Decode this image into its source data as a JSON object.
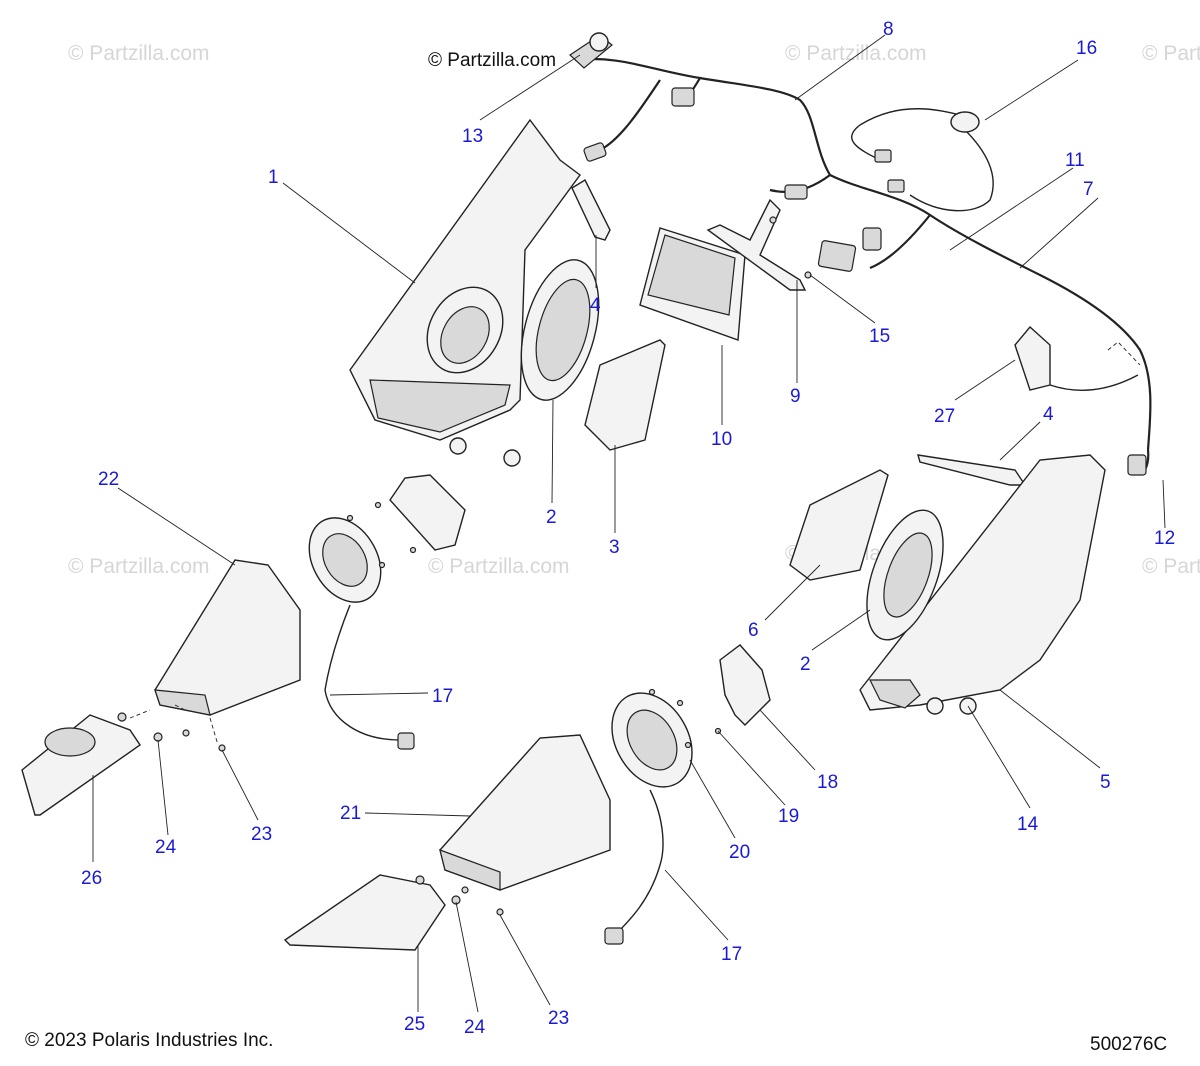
{
  "watermark": "© Partzilla.com",
  "header_credit": "© Partzilla.com",
  "copyright": "© 2023 Polaris Industries Inc.",
  "drawing_number": "500276C",
  "callouts": [
    "1",
    "2",
    "3",
    "4",
    "5",
    "6",
    "7",
    "8",
    "9",
    "10",
    "11",
    "12",
    "13",
    "14",
    "15",
    "16",
    "17",
    "18",
    "19",
    "20",
    "21",
    "22",
    "23",
    "24",
    "25",
    "26",
    "27",
    "4",
    "2",
    "17",
    "23",
    "24"
  ]
}
